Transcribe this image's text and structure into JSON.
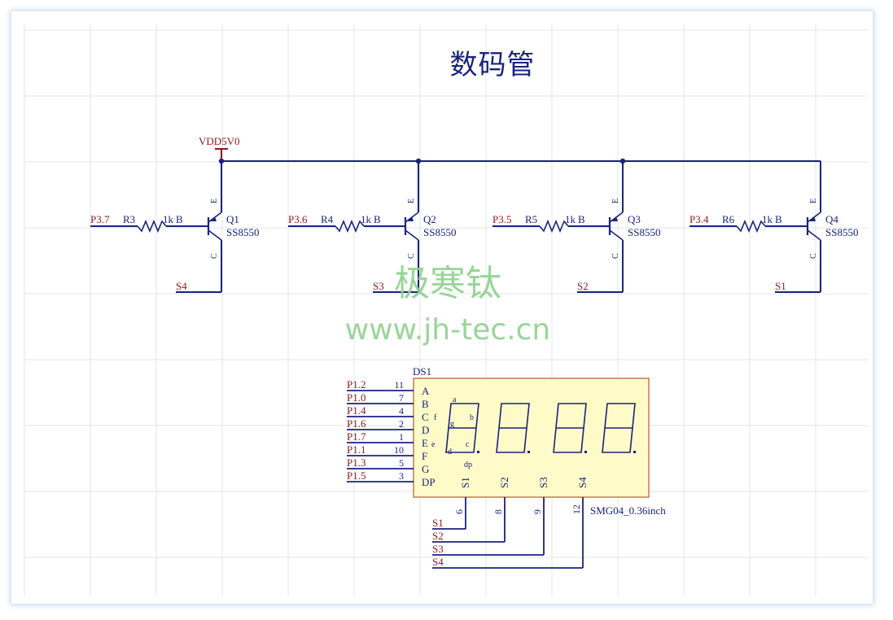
{
  "title": "数码管",
  "watermark": {
    "cn": "极寒钛",
    "url": "www.jh-tec.cn"
  },
  "power": {
    "label": "VDD5V0"
  },
  "colors": {
    "wire": "#1a237e",
    "net": "#8b1a1a",
    "grid": "#e1e4e8",
    "body": "#fffbc8",
    "body_border": "#b35a2a",
    "watermark": "#8fd18f"
  },
  "transistors": [
    {
      "net_in": "P3.7",
      "resistor": "R3",
      "value": "1k",
      "base": "B",
      "ref": "Q1",
      "part": "SS8550",
      "emitter": "E",
      "collector": "C",
      "net_out": "S4"
    },
    {
      "net_in": "P3.6",
      "resistor": "R4",
      "value": "1k",
      "base": "B",
      "ref": "Q2",
      "part": "SS8550",
      "emitter": "E",
      "collector": "C",
      "net_out": "S3"
    },
    {
      "net_in": "P3.5",
      "resistor": "R5",
      "value": "1k",
      "base": "B",
      "ref": "Q3",
      "part": "SS8550",
      "emitter": "E",
      "collector": "C",
      "net_out": "S2"
    },
    {
      "net_in": "P3.4",
      "resistor": "R6",
      "value": "1k",
      "base": "B",
      "ref": "Q4",
      "part": "SS8550",
      "emitter": "E",
      "collector": "C",
      "net_out": "S1"
    }
  ],
  "display": {
    "ref": "DS1",
    "part": "SMG04_0.36inch",
    "segment_pins": [
      {
        "net": "P1.2",
        "num": "11",
        "name": "A"
      },
      {
        "net": "P1.0",
        "num": "7",
        "name": "B"
      },
      {
        "net": "P1.4",
        "num": "4",
        "name": "C"
      },
      {
        "net": "P1.6",
        "num": "2",
        "name": "D"
      },
      {
        "net": "P1.7",
        "num": "1",
        "name": "E"
      },
      {
        "net": "P1.1",
        "num": "10",
        "name": "F"
      },
      {
        "net": "P1.3",
        "num": "5",
        "name": "G"
      },
      {
        "net": "P1.5",
        "num": "3",
        "name": "DP"
      }
    ],
    "segment_letters": {
      "a": "a",
      "b": "b",
      "c": "c",
      "d": "d",
      "e": "e",
      "f": "f",
      "g": "g",
      "dp": "dp"
    },
    "digit_pins": [
      {
        "name": "S1",
        "num": "6",
        "net": "S1"
      },
      {
        "name": "S2",
        "num": "8",
        "net": "S2"
      },
      {
        "name": "S3",
        "num": "9",
        "net": "S3"
      },
      {
        "name": "S4",
        "num": "12",
        "net": "S4"
      }
    ]
  }
}
